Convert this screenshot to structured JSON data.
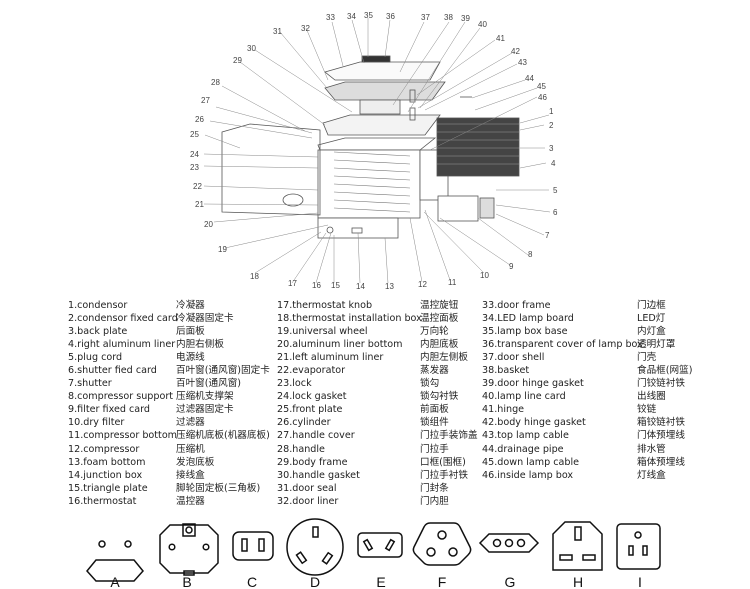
{
  "diagram": {
    "callouts": [
      "1",
      "2",
      "3",
      "4",
      "5",
      "6",
      "7",
      "8",
      "9",
      "10",
      "11",
      "12",
      "13",
      "14",
      "15",
      "16",
      "17",
      "18",
      "19",
      "20",
      "21",
      "22",
      "23",
      "24",
      "25",
      "26",
      "27",
      "28",
      "29",
      "30",
      "31",
      "32",
      "33",
      "34",
      "35",
      "36",
      "37",
      "38",
      "39",
      "40",
      "41",
      "42",
      "43",
      "44",
      "45",
      "46"
    ]
  },
  "parts_list": {
    "col1": [
      {
        "en": "1.condensor",
        "cn": "冷凝器"
      },
      {
        "en": "2.condensor fixed card",
        "cn": "冷凝器固定卡"
      },
      {
        "en": "3.back plate",
        "cn": "后面板"
      },
      {
        "en": "4.right aluminum liner",
        "cn": "内胆右侧板"
      },
      {
        "en": "5.plug cord",
        "cn": "电源线"
      },
      {
        "en": "6.shutter fied card",
        "cn": "百叶窗(通风窗)固定卡"
      },
      {
        "en": "7.shutter",
        "cn": "百叶窗(通风窗)"
      },
      {
        "en": "8.compressor support",
        "cn": "压缩机支撑架"
      },
      {
        "en": "9.filter fixed card",
        "cn": "过滤器固定卡"
      },
      {
        "en": "10.dry filter",
        "cn": "过滤器"
      },
      {
        "en": "11.compressor bottom",
        "cn": "压缩机底板(机器底板)"
      },
      {
        "en": "12.compressor",
        "cn": "压缩机"
      },
      {
        "en": "13.foam bottom",
        "cn": "发泡底板"
      },
      {
        "en": "14.junction box",
        "cn": "接线盒"
      },
      {
        "en": "15.triangle plate",
        "cn": "脚轮固定板(三角板)"
      },
      {
        "en": "16.thermostat",
        "cn": "温控器"
      }
    ],
    "col2": [
      {
        "en": "17.thermostat knob",
        "cn": "温控旋钮"
      },
      {
        "en": "18.thermostat installation box",
        "cn": "温控面板"
      },
      {
        "en": "19.universal wheel",
        "cn": "万向轮"
      },
      {
        "en": "20.aluminum liner bottom",
        "cn": "内胆底板"
      },
      {
        "en": "21.left aluminum liner",
        "cn": "内胆左侧板"
      },
      {
        "en": "22.evaporator",
        "cn": "蒸发器"
      },
      {
        "en": "23.lock",
        "cn": "锁勾"
      },
      {
        "en": "24.lock gasket",
        "cn": "锁勾衬铁"
      },
      {
        "en": "25.front plate",
        "cn": "前面板"
      },
      {
        "en": "26.cylinder",
        "cn": "锁组件"
      },
      {
        "en": "27.handle cover",
        "cn": "门拉手装饰盖"
      },
      {
        "en": "28.handle",
        "cn": "门拉手"
      },
      {
        "en": "29.body frame",
        "cn": "口框(围框)"
      },
      {
        "en": "30.handle gasket",
        "cn": "门拉手衬铁"
      },
      {
        "en": "31.door seal",
        "cn": "门封条"
      },
      {
        "en": "32.door liner",
        "cn": "门内胆"
      }
    ],
    "col3": [
      {
        "en": "33.door frame",
        "cn": "门边框"
      },
      {
        "en": "34.LED lamp board",
        "cn": "LED灯"
      },
      {
        "en": "35.lamp box base",
        "cn": "内灯盒"
      },
      {
        "en": "36.transparent cover of lamp box",
        "cn": "透明灯罩"
      },
      {
        "en": "37.door shell",
        "cn": "门壳"
      },
      {
        "en": "38.basket",
        "cn": "食品框(网篮)"
      },
      {
        "en": "39.door hinge gasket",
        "cn": "门铰链衬铁"
      },
      {
        "en": "40.lamp line card",
        "cn": "出线圈"
      },
      {
        "en": "41.hinge",
        "cn": "铰链"
      },
      {
        "en": "42.body hinge gasket",
        "cn": "箱铰链衬铁"
      },
      {
        "en": "43.top lamp cable",
        "cn": "门体预埋线"
      },
      {
        "en": "44.drainage pipe",
        "cn": "排水管"
      },
      {
        "en": "45.down lamp cable",
        "cn": "箱体预埋线"
      },
      {
        "en": "46.inside lamp box",
        "cn": "灯线盒"
      }
    ]
  },
  "plug_types": {
    "labels": [
      "A",
      "B",
      "C",
      "D",
      "E",
      "F",
      "G",
      "H",
      "I"
    ]
  }
}
